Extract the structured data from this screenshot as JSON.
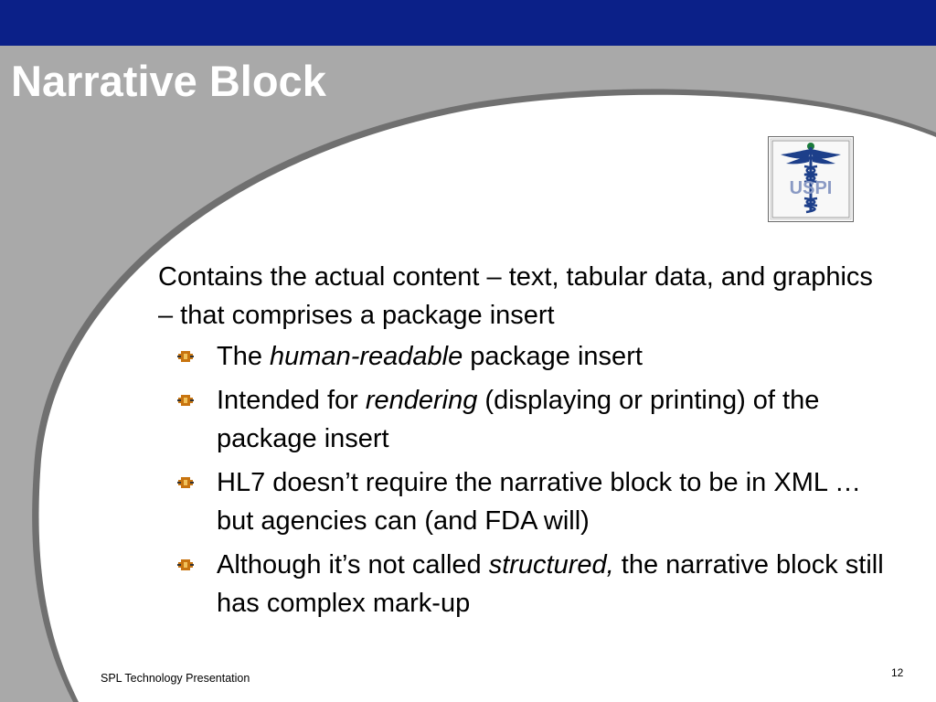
{
  "slide": {
    "title": "Narrative Block",
    "intro": "Contains the actual content – text, tabular data, and graphics – that comprises a package insert",
    "bullets": [
      {
        "parts": [
          {
            "text": "The ",
            "italic": false
          },
          {
            "text": "human-readable",
            "italic": true
          },
          {
            "text": " package insert",
            "italic": false
          }
        ]
      },
      {
        "parts": [
          {
            "text": "Intended for ",
            "italic": false
          },
          {
            "text": "rendering",
            "italic": true
          },
          {
            "text": " (displaying or printing) of the package insert",
            "italic": false
          }
        ]
      },
      {
        "parts": [
          {
            "text": "HL7 doesn’t require the narrative block to be in XML … but agencies can (and FDA will)",
            "italic": false
          }
        ]
      },
      {
        "parts": [
          {
            "text": "Although it’s not called ",
            "italic": false
          },
          {
            "text": "structured,",
            "italic": true
          },
          {
            "text": " the narrative block still has complex mark-up",
            "italic": false
          }
        ]
      }
    ]
  },
  "logo": {
    "text": "USPI"
  },
  "footer": {
    "presentation_name": "SPL Technology Presentation",
    "page_number": "12"
  },
  "colors": {
    "header_bar": "#0b2088",
    "background_gray": "#a9a9a9",
    "content_white": "#ffffff",
    "bullet_orange": "#c8740f",
    "logo_blue": "#1d3f8a"
  },
  "icons": {
    "bullet": "diamond-bullet-icon",
    "logo": "uspi-caduceus-logo"
  }
}
